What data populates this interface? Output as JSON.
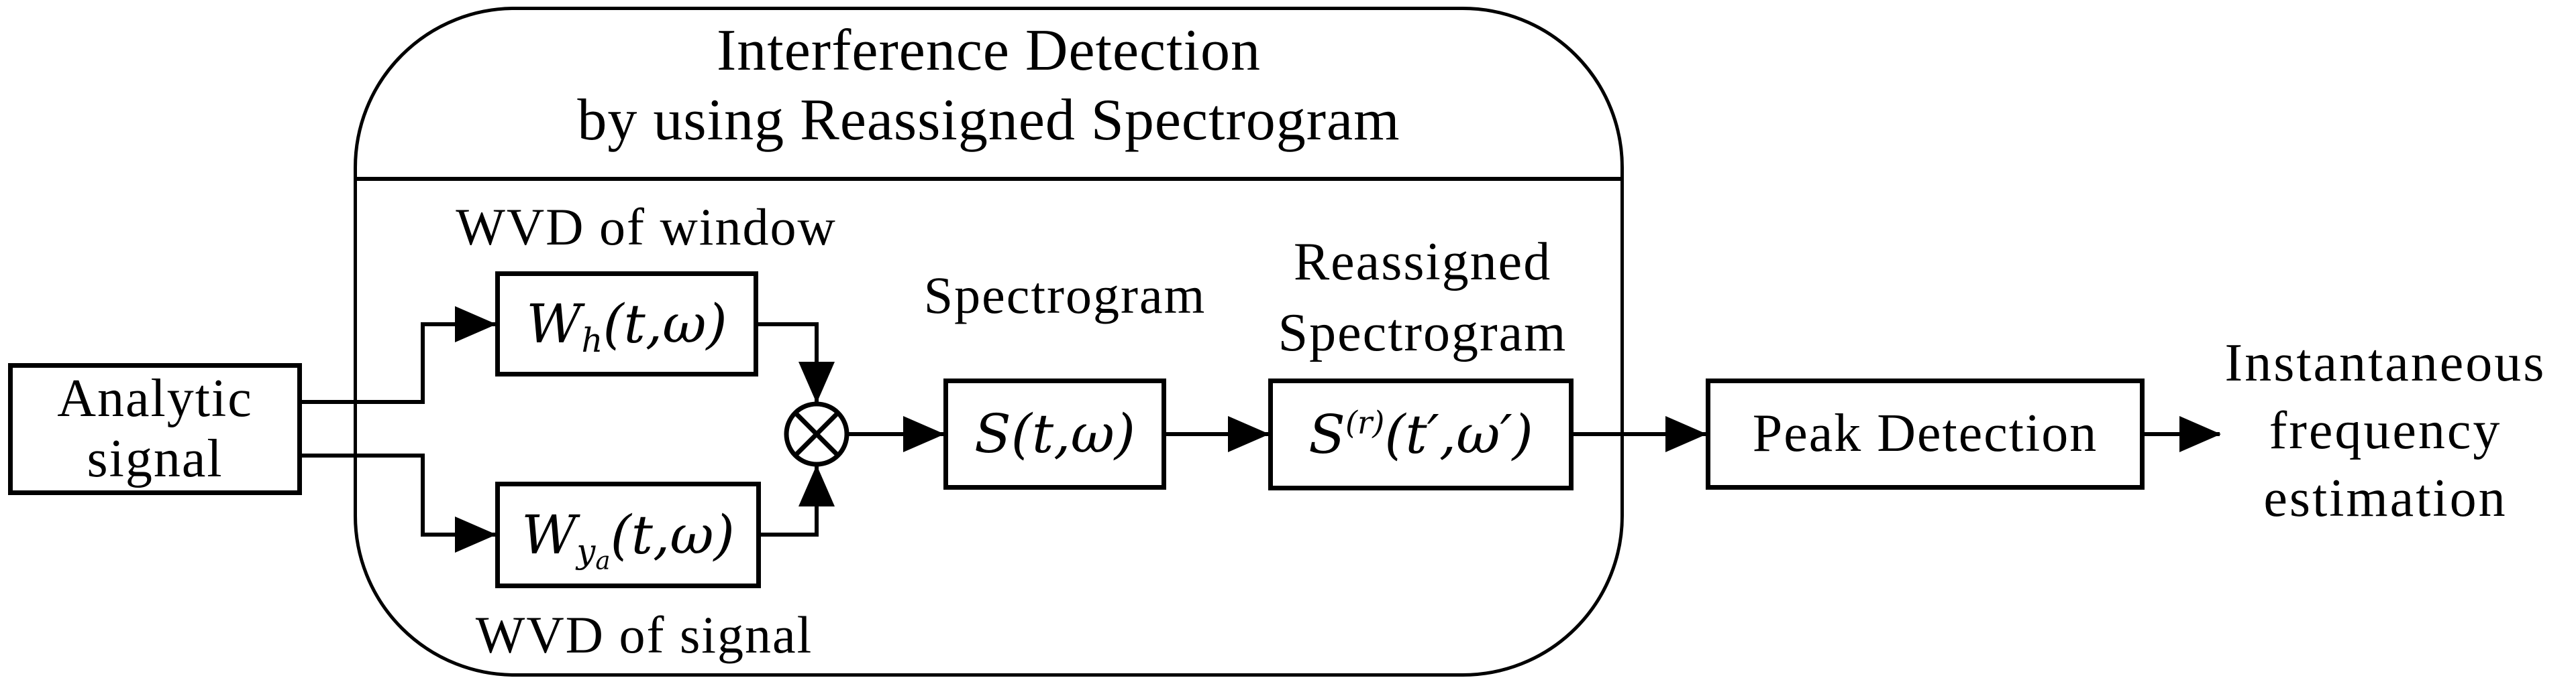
{
  "figure": {
    "group": {
      "title_line1": "Interference Detection",
      "title_line2": "by using Reassigned Spectrogram"
    },
    "analytic": {
      "line1": "Analytic",
      "line2": "signal"
    },
    "wvd_window": {
      "caption": "WVD of window",
      "formula": {
        "base": "W",
        "sub": "h",
        "args": "(t,ω)"
      }
    },
    "wvd_signal": {
      "caption": "WVD of signal",
      "formula": {
        "base": "W",
        "sub": "y",
        "subsub": "a",
        "args": "(t,ω)"
      }
    },
    "spectrogram": {
      "caption": "Spectrogram",
      "formula": {
        "base": "S",
        "args": "(t,ω)"
      }
    },
    "reassigned": {
      "caption_line1": "Reassigned",
      "caption_line2": "Spectrogram",
      "formula": {
        "base": "S",
        "sup": "(r)",
        "args": "(t′,ω′)"
      }
    },
    "peak": {
      "label": "Peak Detection"
    },
    "output": {
      "line1": "Instantaneous",
      "line2": "frequency",
      "line3": "estimation"
    },
    "multiplier": {
      "symbol": "⊗"
    }
  },
  "colors": {
    "ink": "#000000",
    "paper": "#ffffff"
  }
}
